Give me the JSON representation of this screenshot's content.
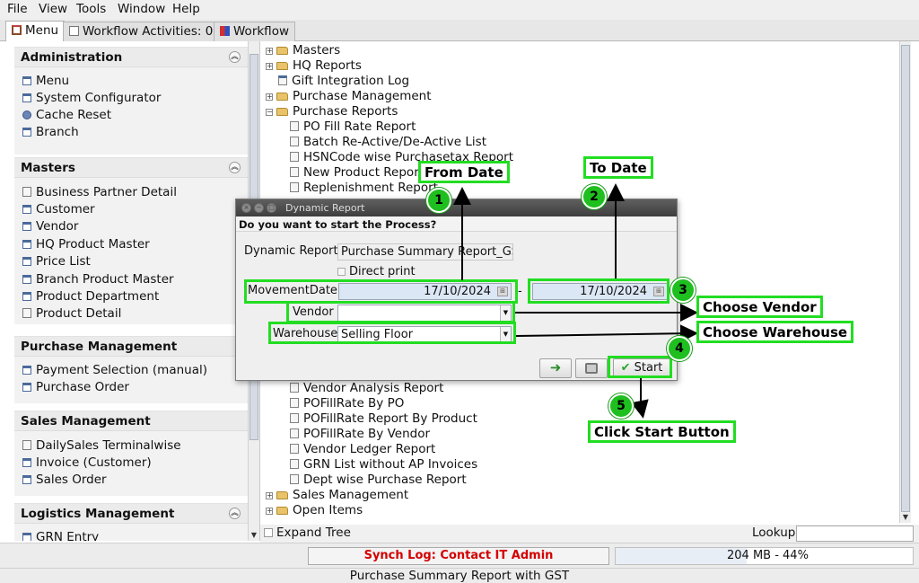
{
  "menubar": {
    "file": "File",
    "view": "View",
    "tools": "Tools",
    "window": "Window",
    "help": "Help"
  },
  "tabs": [
    {
      "label": "Menu"
    },
    {
      "label": "Workflow Activities: 0"
    },
    {
      "label": "Workflow"
    }
  ],
  "sections": [
    {
      "title": "Administration",
      "items": [
        "Menu",
        "System Configurator",
        "Cache Reset",
        "Branch"
      ]
    },
    {
      "title": "Masters",
      "items": [
        "Business Partner Detail",
        "Customer",
        "Vendor",
        "HQ Product Master",
        "Price List",
        "Branch Product Master",
        "Product Department",
        "Product Detail"
      ]
    },
    {
      "title": "Purchase Management",
      "items": [
        "Payment Selection (manual)",
        "Purchase Order"
      ]
    },
    {
      "title": "Sales Management",
      "items": [
        "DailySales Terminalwise",
        "Invoice (Customer)",
        "Sales Order"
      ]
    },
    {
      "title": "Logistics Management",
      "items": [
        "GRN Entry"
      ]
    }
  ],
  "tree": {
    "masters": "Masters",
    "hq_reports": "HQ Reports",
    "gift_integration_log": "Gift Integration Log",
    "purchase_management": "Purchase Management",
    "purchase_reports": "Purchase Reports",
    "reports_top": [
      "PO Fill Rate Report",
      "Batch Re-Active/De-Active List",
      "HSNCode wise Purchasetax Report",
      "New Product Report",
      "Replenishment Report"
    ],
    "reports_bottom": [
      "Vendor Analysis Report",
      "POFillRate By PO",
      "POFillRate Report By Product",
      "POFillRate By Vendor",
      "Vendor Ledger Report",
      "GRN List without AP Invoices",
      "Dept wise Purchase Report"
    ],
    "sales_management": "Sales Management",
    "open_items": "Open Items"
  },
  "bottom": {
    "expand_tree": "Expand Tree",
    "lookup": "Lookup",
    "synch_log": "Synch Log: Contact IT Admin",
    "memory": "204 MB - 44%",
    "footer": "Purchase Summary Report with GST"
  },
  "dialog": {
    "title": "Dynamic Report",
    "prompt": "Do you want to start the Process?",
    "report_label": "Dynamic Report",
    "report_value": "Purchase Summary Report_GS",
    "direct_print": "Direct print",
    "movement_date_label": "MovementDate",
    "from_date": "17/10/2024",
    "dash": "-",
    "to_date": "17/10/2024",
    "vendor_label": "Vendor",
    "vendor_value": "",
    "warehouse_label": "Warehouse",
    "warehouse_value": "Selling Floor",
    "start": "Start"
  },
  "annotations": {
    "from_date": "From Date",
    "to_date": "To Date",
    "choose_vendor": "Choose Vendor",
    "choose_warehouse": "Choose Warehouse",
    "click_start": "Click Start Button",
    "steps": [
      "1",
      "2",
      "3",
      "4",
      "5"
    ]
  },
  "colors": {
    "highlight": "#22dd22",
    "step_badge": "#1fbf1f",
    "synch_log_text": "#d40000",
    "date_field": "#dce7f5"
  }
}
